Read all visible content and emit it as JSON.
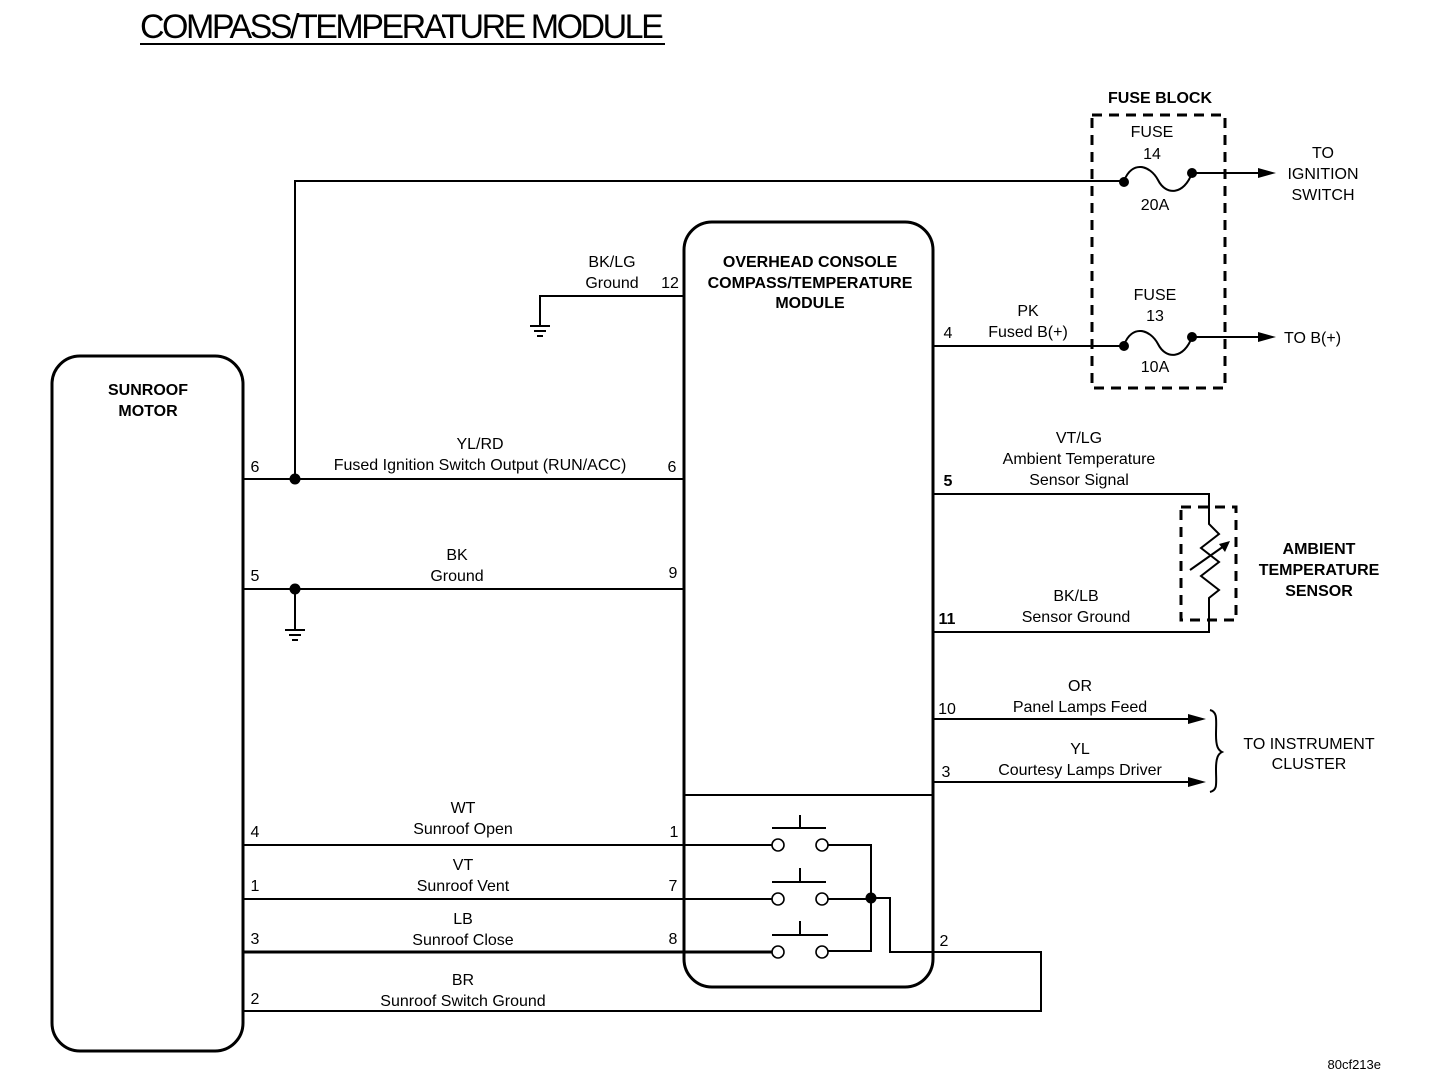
{
  "title": "COMPASS/TEMPERATURE MODULE",
  "figure_id": "80cf213e",
  "components": {
    "sunroof_motor": {
      "label_lines": [
        "SUNROOF",
        "MOTOR"
      ]
    },
    "overhead_console": {
      "label_lines": [
        "OVERHEAD CONSOLE",
        "COMPASS/TEMPERATURE",
        "MODULE"
      ]
    },
    "fuse_block": {
      "label": "FUSE BLOCK",
      "fuses": [
        {
          "label": "FUSE",
          "number": "14",
          "rating": "20A",
          "destination_lines": [
            "TO",
            "IGNITION",
            "SWITCH"
          ]
        },
        {
          "label": "FUSE",
          "number": "13",
          "rating": "10A",
          "destination_lines": [
            "TO B(+)"
          ]
        }
      ]
    },
    "ambient_sensor": {
      "label_lines": [
        "AMBIENT",
        "TEMPERATURE",
        "SENSOR"
      ]
    },
    "instrument_cluster": {
      "label_lines": [
        "TO INSTRUMENT",
        "CLUSTER"
      ]
    }
  },
  "circuits": {
    "ground_12": {
      "color": "BK/LG",
      "name": "Ground",
      "module_pin": "12"
    },
    "fused_b": {
      "color": "PK",
      "name": "Fused B(+)",
      "module_pin": "4"
    },
    "ignition": {
      "color": "YL/RD",
      "name": "Fused Ignition Switch Output (RUN/ACC)",
      "motor_pin": "6",
      "module_pin": "6"
    },
    "ground_9": {
      "color": "BK",
      "name": "Ground",
      "motor_pin": "5",
      "module_pin": "9"
    },
    "ambient_signal": {
      "color": "VT/LG",
      "name_lines": [
        "Ambient Temperature",
        "Sensor Signal"
      ],
      "module_pin": "5"
    },
    "sensor_ground": {
      "color": "BK/LB",
      "name": "Sensor Ground",
      "module_pin": "11"
    },
    "panel_lamps": {
      "color": "OR",
      "name": "Panel Lamps Feed",
      "module_pin": "10"
    },
    "courtesy_lamps": {
      "color": "YL",
      "name": "Courtesy Lamps Driver",
      "module_pin": "3"
    },
    "sunroof_open": {
      "color": "WT",
      "name": "Sunroof Open",
      "motor_pin": "4",
      "module_pin": "1"
    },
    "sunroof_vent": {
      "color": "VT",
      "name": "Sunroof Vent",
      "motor_pin": "1",
      "module_pin": "7"
    },
    "sunroof_close": {
      "color": "LB",
      "name": "Sunroof Close",
      "motor_pin": "3",
      "module_pin": "8"
    },
    "switch_ground": {
      "color": "BR",
      "name": "Sunroof Switch Ground",
      "motor_pin": "2",
      "module_pin": "2"
    }
  }
}
